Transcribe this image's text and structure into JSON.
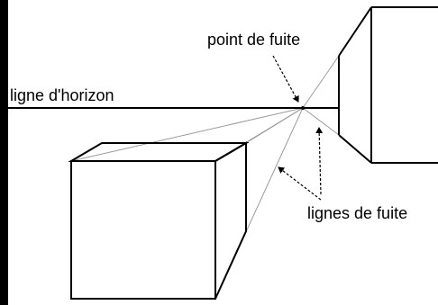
{
  "labels": {
    "vanishing_point": "point de fuite",
    "horizon_line": "ligne d'horizon",
    "vanishing_lines": "lignes de fuite"
  },
  "colors": {
    "background": "#ffffff",
    "ink": "#000000",
    "construction_lines": "#9a9a9a"
  }
}
